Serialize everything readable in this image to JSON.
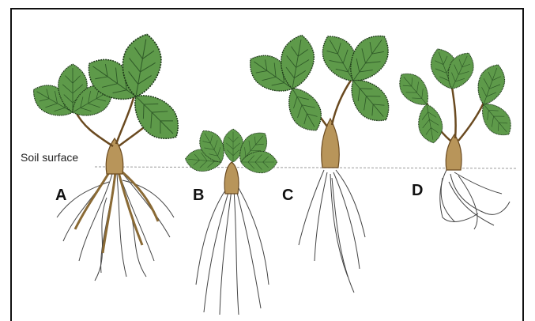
{
  "labels": {
    "soil_surface": "Soil surface",
    "plants": [
      "A",
      "B",
      "C",
      "D"
    ]
  },
  "colors": {
    "leaf": "#5e9a4a",
    "leaf_dark": "#2f5a28",
    "stem": "#b8955a",
    "root": "#444444",
    "soil_line": "#9a9a9a"
  }
}
